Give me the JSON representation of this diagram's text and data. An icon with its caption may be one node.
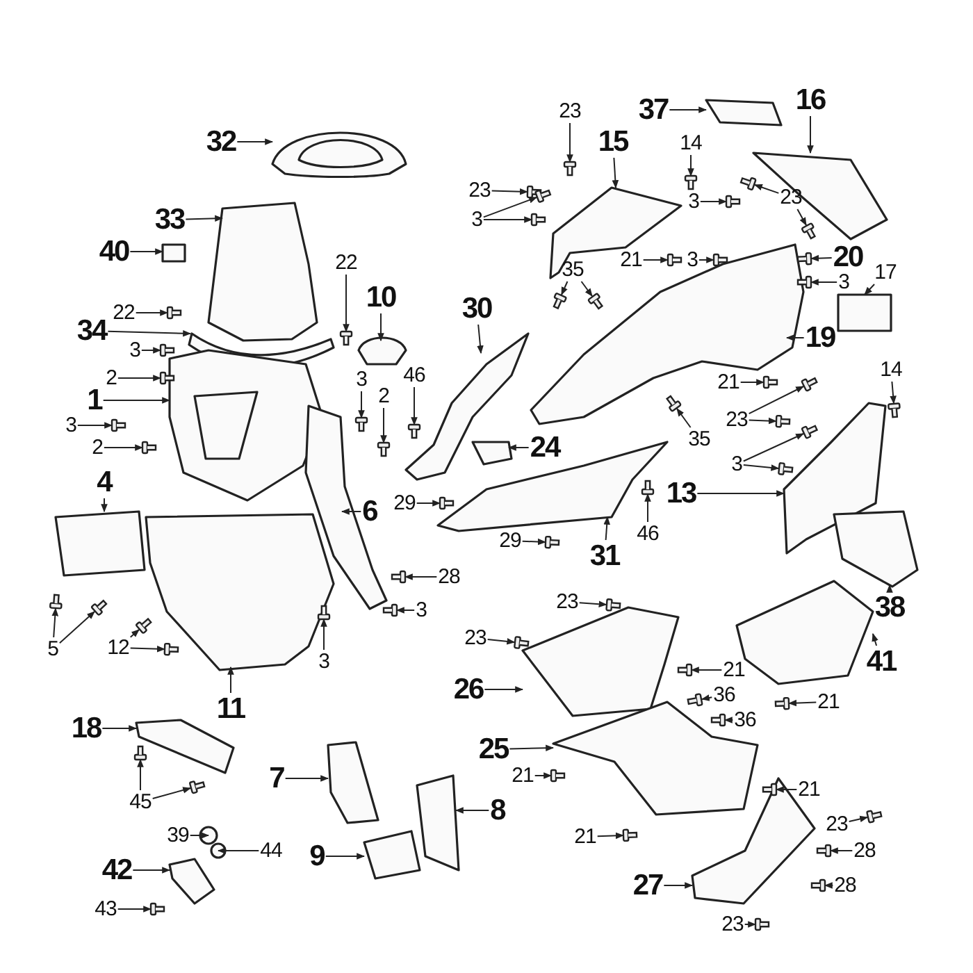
{
  "diagram": {
    "nodes": [
      {
        "text": [
          "32"
        ]
      },
      {
        "text": [
          "33"
        ]
      },
      {
        "text": [
          "40"
        ]
      },
      {
        "text": [
          "22"
        ]
      },
      {
        "text": [
          "10"
        ]
      },
      {
        "text": [
          "22"
        ]
      },
      {
        "text": [
          "34"
        ]
      },
      {
        "text": [
          "3"
        ]
      },
      {
        "text": [
          "46"
        ]
      },
      {
        "text": [
          "3"
        ]
      },
      {
        "text": [
          "2"
        ]
      },
      {
        "text": [
          "2"
        ]
      },
      {
        "text": [
          "1"
        ]
      },
      {
        "text": [
          "3"
        ]
      },
      {
        "text": [
          "2"
        ]
      },
      {
        "text": [
          "4"
        ]
      },
      {
        "text": [
          "6"
        ]
      },
      {
        "text": [
          "28"
        ]
      },
      {
        "text": [
          "3"
        ]
      },
      {
        "text": [
          "5"
        ]
      },
      {
        "text": [
          "12"
        ]
      },
      {
        "text": [
          "3"
        ]
      },
      {
        "text": [
          "11"
        ]
      },
      {
        "text": [
          "18"
        ]
      },
      {
        "text": [
          "45"
        ]
      },
      {
        "text": [
          "7"
        ]
      },
      {
        "text": [
          "8"
        ]
      },
      {
        "text": [
          "39"
        ]
      },
      {
        "text": [
          "44"
        ]
      },
      {
        "text": [
          "9"
        ]
      },
      {
        "text": [
          "42"
        ]
      },
      {
        "text": [
          "43"
        ]
      },
      {
        "text": [
          "23"
        ]
      },
      {
        "text": [
          "15"
        ]
      },
      {
        "text": [
          "37"
        ]
      },
      {
        "text": [
          "16"
        ]
      },
      {
        "text": [
          "14"
        ]
      },
      {
        "text": [
          "23"
        ]
      },
      {
        "text": [
          "3"
        ]
      },
      {
        "text": [
          "3"
        ]
      },
      {
        "text": [
          "23"
        ]
      },
      {
        "text": [
          "21"
        ]
      },
      {
        "text": [
          "3"
        ]
      },
      {
        "text": [
          "35"
        ]
      },
      {
        "text": [
          "20"
        ]
      },
      {
        "text": [
          "3"
        ]
      },
      {
        "text": [
          "17"
        ]
      },
      {
        "text": [
          "30"
        ]
      },
      {
        "text": [
          "19"
        ]
      },
      {
        "text": [
          "14"
        ]
      },
      {
        "text": [
          "21"
        ]
      },
      {
        "text": [
          "23"
        ]
      },
      {
        "text": [
          "35"
        ]
      },
      {
        "text": [
          "24"
        ]
      },
      {
        "text": [
          "3"
        ]
      },
      {
        "text": [
          "29"
        ]
      },
      {
        "text": [
          "13"
        ]
      },
      {
        "text": [
          "46"
        ]
      },
      {
        "text": [
          "29"
        ]
      },
      {
        "text": [
          "31"
        ]
      },
      {
        "text": [
          "38"
        ]
      },
      {
        "text": [
          "23"
        ]
      },
      {
        "text": [
          "23"
        ]
      },
      {
        "text": [
          "41"
        ]
      },
      {
        "text": [
          "21"
        ]
      },
      {
        "text": [
          "26"
        ]
      },
      {
        "text": [
          "36"
        ]
      },
      {
        "text": [
          "21"
        ]
      },
      {
        "text": [
          "36"
        ]
      },
      {
        "text": [
          "25"
        ]
      },
      {
        "text": [
          "21"
        ]
      },
      {
        "text": [
          "21"
        ]
      },
      {
        "text": [
          "23"
        ]
      },
      {
        "text": [
          "21"
        ]
      },
      {
        "text": [
          "28"
        ]
      },
      {
        "text": [
          "27"
        ]
      },
      {
        "text": [
          "28"
        ]
      },
      {
        "text": [
          "23"
        ]
      },
      {
        "text": [],
        "shape": "panel"
      },
      {
        "text": [],
        "shape": "panel"
      },
      {
        "text": [],
        "shape": "panel"
      },
      {
        "text": [],
        "shape": "panel"
      },
      {
        "text": [],
        "shape": "panel"
      },
      {
        "text": [],
        "shape": "panel"
      },
      {
        "text": [],
        "shape": "panel"
      },
      {
        "text": [],
        "shape": "panel"
      },
      {
        "text": [],
        "shape": "panel"
      },
      {
        "text": [],
        "shape": "panel"
      },
      {
        "text": [],
        "shape": "panel"
      },
      {
        "text": [],
        "shape": "panel"
      },
      {
        "text": [],
        "shape": "panel"
      },
      {
        "text": [],
        "shape": "panel"
      },
      {
        "text": [],
        "shape": "panel"
      },
      {
        "text": [],
        "shape": "panel"
      },
      {
        "text": [],
        "shape": "panel"
      },
      {
        "text": [],
        "shape": "panel"
      },
      {
        "text": [],
        "shape": "panel"
      },
      {
        "text": [],
        "shape": "panel"
      },
      {
        "text": [],
        "shape": "panel"
      },
      {
        "text": [],
        "shape": "panel"
      },
      {
        "text": [],
        "shape": "panel"
      },
      {
        "text": [],
        "shape": "panel"
      },
      {
        "text": [],
        "shape": "panel"
      },
      {
        "text": [],
        "shape": "panel"
      },
      {
        "text": [],
        "shape": "panel"
      },
      {
        "text": [],
        "shape": "panel"
      },
      {
        "text": [],
        "shape": "circle"
      },
      {
        "text": [],
        "shape": "circle"
      },
      {
        "text": [],
        "shape": "screw"
      },
      {
        "text": [],
        "shape": "screw"
      },
      {
        "text": [],
        "shape": "screw"
      },
      {
        "text": [],
        "shape": "screw"
      },
      {
        "text": [],
        "shape": "screw"
      },
      {
        "text": [],
        "shape": "screw"
      },
      {
        "text": [],
        "shape": "screw"
      },
      {
        "text": [],
        "shape": "screw"
      },
      {
        "text": [],
        "shape": "screw"
      },
      {
        "text": [],
        "shape": "screw"
      },
      {
        "text": [],
        "shape": "screw"
      },
      {
        "text": [],
        "shape": "screw"
      },
      {
        "text": [],
        "shape": "screw"
      },
      {
        "text": [],
        "shape": "screw"
      },
      {
        "text": [],
        "shape": "screw"
      },
      {
        "text": [],
        "shape": "screw"
      },
      {
        "text": [],
        "shape": "screw"
      },
      {
        "text": [],
        "shape": "screw"
      },
      {
        "text": [],
        "shape": "screw"
      },
      {
        "text": [],
        "shape": "screw"
      },
      {
        "text": [],
        "shape": "screw"
      },
      {
        "text": [],
        "shape": "screw"
      },
      {
        "text": [],
        "shape": "screw"
      },
      {
        "text": [],
        "shape": "screw"
      },
      {
        "text": [],
        "shape": "screw"
      },
      {
        "text": [],
        "shape": "screw"
      },
      {
        "text": [],
        "shape": "screw"
      },
      {
        "text": [],
        "shape": "screw"
      },
      {
        "text": [],
        "shape": "screw"
      },
      {
        "text": [],
        "shape": "screw"
      },
      {
        "text": [],
        "shape": "screw"
      },
      {
        "text": [],
        "shape": "screw"
      },
      {
        "text": [],
        "shape": "screw"
      },
      {
        "text": [],
        "shape": "screw"
      },
      {
        "text": [],
        "shape": "screw"
      },
      {
        "text": [],
        "shape": "screw"
      },
      {
        "text": [],
        "shape": "screw"
      },
      {
        "text": [],
        "shape": "screw"
      },
      {
        "text": [],
        "shape": "screw"
      },
      {
        "text": [],
        "shape": "screw"
      },
      {
        "text": [],
        "shape": "screw"
      },
      {
        "text": [],
        "shape": "screw"
      },
      {
        "text": [],
        "shape": "screw"
      },
      {
        "text": [],
        "shape": "screw"
      },
      {
        "text": [],
        "shape": "screw"
      },
      {
        "text": [],
        "shape": "screw"
      },
      {
        "text": [],
        "shape": "screw"
      },
      {
        "text": [],
        "shape": "screw"
      },
      {
        "text": [],
        "shape": "screw"
      },
      {
        "text": [],
        "shape": "screw"
      },
      {
        "text": [],
        "shape": "screw"
      },
      {
        "text": [],
        "shape": "screw"
      },
      {
        "text": [],
        "shape": "screw"
      },
      {
        "text": [],
        "shape": "screw"
      },
      {
        "text": [],
        "shape": "screw"
      },
      {
        "text": [],
        "shape": "screw"
      }
    ],
    "edges": [
      {
        "from": 0,
        "to": 78,
        "arrow": "to"
      },
      {
        "from": 1,
        "to": 79,
        "arrow": "to"
      },
      {
        "from": 2,
        "to": 80,
        "arrow": "to"
      },
      {
        "from": 3,
        "to": 108,
        "arrow": "to"
      },
      {
        "from": 4,
        "to": 86,
        "arrow": "to"
      },
      {
        "from": 5,
        "to": 109,
        "arrow": "to"
      },
      {
        "from": 6,
        "to": 81,
        "arrow": "to"
      },
      {
        "from": 7,
        "to": 110,
        "arrow": "to"
      },
      {
        "from": 8,
        "to": 111,
        "arrow": "to"
      },
      {
        "from": 9,
        "to": 112,
        "arrow": "to"
      },
      {
        "from": 10,
        "to": 113,
        "arrow": "to"
      },
      {
        "from": 11,
        "to": 114,
        "arrow": "to"
      },
      {
        "from": 12,
        "to": 82,
        "arrow": "to"
      },
      {
        "from": 13,
        "to": 115,
        "arrow": "to"
      },
      {
        "from": 14,
        "to": 116,
        "arrow": "to"
      },
      {
        "from": 15,
        "to": 84,
        "arrow": "to"
      },
      {
        "from": 16,
        "to": 83,
        "arrow": "to"
      },
      {
        "from": 17,
        "to": 117,
        "arrow": "to"
      },
      {
        "from": 18,
        "to": 118,
        "arrow": "to"
      },
      {
        "from": 19,
        "to": 119,
        "arrow": "to"
      },
      {
        "from": 19,
        "to": 120,
        "arrow": "to"
      },
      {
        "from": 20,
        "to": 121,
        "arrow": "to"
      },
      {
        "from": 20,
        "to": 122,
        "arrow": "to"
      },
      {
        "from": 21,
        "to": 123,
        "arrow": "to"
      },
      {
        "from": 22,
        "to": 85,
        "arrow": "to"
      },
      {
        "from": 23,
        "to": 104,
        "arrow": "to"
      },
      {
        "from": 24,
        "to": 124,
        "arrow": "to"
      },
      {
        "from": 24,
        "to": 125,
        "arrow": "to"
      },
      {
        "from": 25,
        "to": 101,
        "arrow": "to"
      },
      {
        "from": 26,
        "to": 102,
        "arrow": "to"
      },
      {
        "from": 27,
        "to": 106,
        "arrow": "to"
      },
      {
        "from": 28,
        "to": 107,
        "arrow": "to"
      },
      {
        "from": 29,
        "to": 103,
        "arrow": "to"
      },
      {
        "from": 30,
        "to": 105,
        "arrow": "to"
      },
      {
        "from": 31,
        "to": 126,
        "arrow": "to"
      },
      {
        "from": 32,
        "to": 127,
        "arrow": "to"
      },
      {
        "from": 33,
        "to": 88,
        "arrow": "to"
      },
      {
        "from": 34,
        "to": 91,
        "arrow": "to"
      },
      {
        "from": 35,
        "to": 90,
        "arrow": "to"
      },
      {
        "from": 36,
        "to": 128,
        "arrow": "to"
      },
      {
        "from": 37,
        "to": 129,
        "arrow": "to"
      },
      {
        "from": 38,
        "to": 130,
        "arrow": "to"
      },
      {
        "from": 38,
        "to": 131,
        "arrow": "to"
      },
      {
        "from": 39,
        "to": 132,
        "arrow": "to"
      },
      {
        "from": 40,
        "to": 133,
        "arrow": "to"
      },
      {
        "from": 40,
        "to": 134,
        "arrow": "to"
      },
      {
        "from": 41,
        "to": 135,
        "arrow": "to"
      },
      {
        "from": 42,
        "to": 136,
        "arrow": "to"
      },
      {
        "from": 43,
        "to": 137,
        "arrow": "to"
      },
      {
        "from": 43,
        "to": 138,
        "arrow": "to"
      },
      {
        "from": 44,
        "to": 139,
        "arrow": "to"
      },
      {
        "from": 45,
        "to": 140,
        "arrow": "to"
      },
      {
        "from": 46,
        "to": 92,
        "arrow": "to"
      },
      {
        "from": 47,
        "to": 87,
        "arrow": "to"
      },
      {
        "from": 48,
        "to": 89,
        "arrow": "to"
      },
      {
        "from": 49,
        "to": 141,
        "arrow": "to"
      },
      {
        "from": 50,
        "to": 142,
        "arrow": "to"
      },
      {
        "from": 51,
        "to": 143,
        "arrow": "to"
      },
      {
        "from": 51,
        "to": 144,
        "arrow": "to"
      },
      {
        "from": 52,
        "to": 145,
        "arrow": "to"
      },
      {
        "from": 53,
        "to": 93,
        "arrow": "to"
      },
      {
        "from": 54,
        "to": 146,
        "arrow": "to"
      },
      {
        "from": 54,
        "to": 147,
        "arrow": "to"
      },
      {
        "from": 55,
        "to": 148,
        "arrow": "to"
      },
      {
        "from": 56,
        "to": 95,
        "arrow": "to"
      },
      {
        "from": 57,
        "to": 149,
        "arrow": "to"
      },
      {
        "from": 58,
        "to": 150,
        "arrow": "to"
      },
      {
        "from": 59,
        "to": 94,
        "arrow": "to"
      },
      {
        "from": 60,
        "to": 96,
        "arrow": "to"
      },
      {
        "from": 61,
        "to": 151,
        "arrow": "to"
      },
      {
        "from": 62,
        "to": 152,
        "arrow": "to"
      },
      {
        "from": 63,
        "to": 97,
        "arrow": "to"
      },
      {
        "from": 64,
        "to": 153,
        "arrow": "to"
      },
      {
        "from": 65,
        "to": 98,
        "arrow": "to"
      },
      {
        "from": 66,
        "to": 154,
        "arrow": "to"
      },
      {
        "from": 67,
        "to": 155,
        "arrow": "to"
      },
      {
        "from": 68,
        "to": 156,
        "arrow": "to"
      },
      {
        "from": 69,
        "to": 99,
        "arrow": "to"
      },
      {
        "from": 70,
        "to": 157,
        "arrow": "to"
      },
      {
        "from": 71,
        "to": 158,
        "arrow": "to"
      },
      {
        "from": 72,
        "to": 159,
        "arrow": "to"
      },
      {
        "from": 73,
        "to": 160,
        "arrow": "to"
      },
      {
        "from": 74,
        "to": 161,
        "arrow": "to"
      },
      {
        "from": 75,
        "to": 100,
        "arrow": "to"
      },
      {
        "from": 76,
        "to": 162,
        "arrow": "to"
      },
      {
        "from": 77,
        "to": 163,
        "arrow": "to"
      }
    ]
  }
}
